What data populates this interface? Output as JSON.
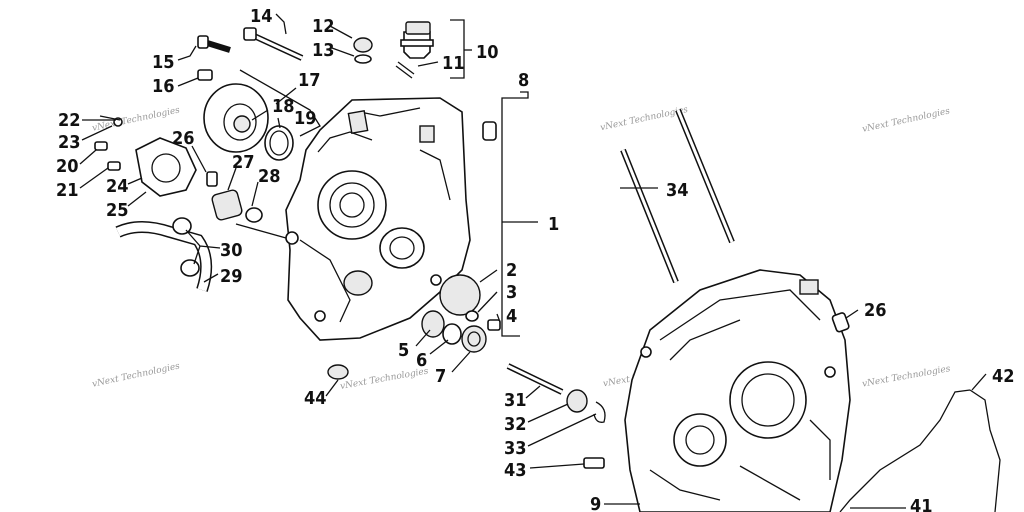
{
  "labels": {
    "p1": "1",
    "p2": "2",
    "p3": "3",
    "p4": "4",
    "p5": "5",
    "p6": "6",
    "p7": "7",
    "p8": "8",
    "p9": "9",
    "p10": "10",
    "p11": "11",
    "p12": "12",
    "p13": "13",
    "p14": "14",
    "p15": "15",
    "p16": "16",
    "p17": "17",
    "p18": "18",
    "p19": "19",
    "p20": "20",
    "p21": "21",
    "p22": "22",
    "p23": "23",
    "p24": "24",
    "p25": "25",
    "p26a": "26",
    "p26b": "26",
    "p27": "27",
    "p28": "28",
    "p29": "29",
    "p30": "30",
    "p31": "31",
    "p32": "32",
    "p33": "33",
    "p34": "34",
    "p41": "41",
    "p42": "42",
    "p43": "43",
    "p44": "44"
  },
  "watermark": "vNext Technologies"
}
